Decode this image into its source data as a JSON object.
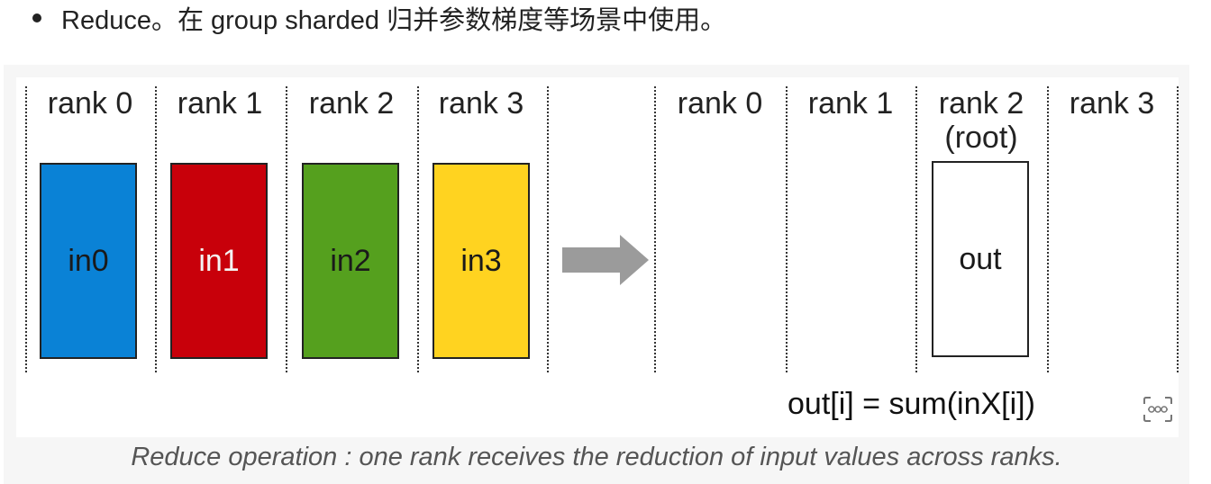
{
  "bullet": {
    "text": "Reduce。在 group sharded 归并参数梯度等场景中使用。"
  },
  "diagram": {
    "left_ranks": [
      "rank 0",
      "rank 1",
      "rank 2",
      "rank 3"
    ],
    "right_ranks": [
      "rank 0",
      "rank 1",
      "rank 2",
      "rank 3"
    ],
    "root_label": "(root)",
    "inputs": [
      {
        "label": "in0",
        "color": "#0a82d6",
        "text_color": "#1a1a1a"
      },
      {
        "label": "in1",
        "color": "#c8000a",
        "text_color": "#f4f4f4"
      },
      {
        "label": "in2",
        "color": "#55a01e",
        "text_color": "#1a1a1a"
      },
      {
        "label": "in3",
        "color": "#ffd320",
        "text_color": "#1a1a1a"
      }
    ],
    "output": {
      "label": "out",
      "color": "#ffffff",
      "text_color": "#1a1a1a"
    },
    "arrow_color": "#9b9b9b",
    "formula": "out[i] = sum(inX[i])",
    "ocr_icon": "ocr-icon"
  },
  "caption": "Reduce operation : one rank receives the reduction of input values across ranks."
}
